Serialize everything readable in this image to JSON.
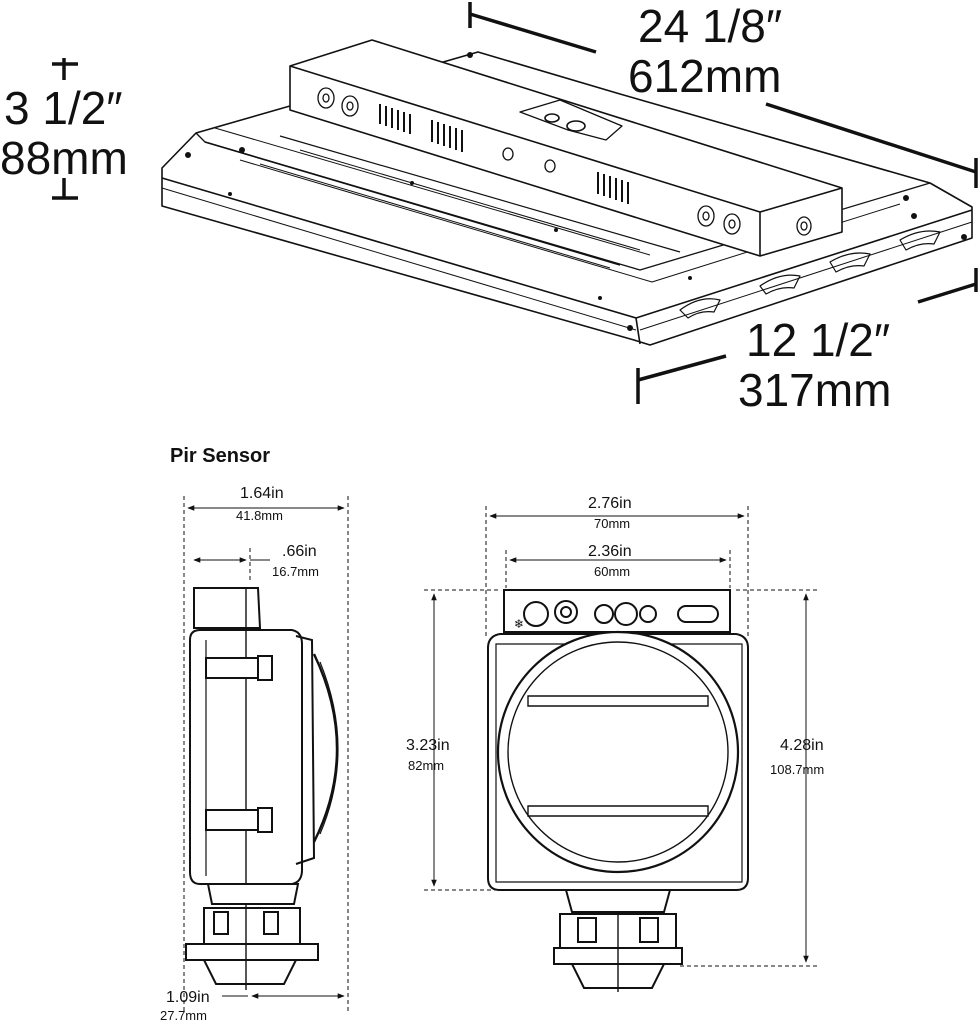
{
  "fixture": {
    "length": {
      "imperial": "24 1/8″",
      "metric": "612mm"
    },
    "width": {
      "imperial": "12 1/2″",
      "metric": "317mm"
    },
    "height": {
      "imperial": "3 1/2″",
      "metric": "88mm"
    }
  },
  "sensor": {
    "title": "Pir Sensor",
    "side": {
      "overall_width": {
        "imperial": "1.64in",
        "metric": "41.8mm"
      },
      "lens_depth": {
        "imperial": ".66in",
        "metric": "16.7mm"
      },
      "mount_offset": {
        "imperial": "1.09in",
        "metric": "27.7mm"
      }
    },
    "front": {
      "overall_width": {
        "imperial": "2.76in",
        "metric": "70mm"
      },
      "inner_width": {
        "imperial": "2.36in",
        "metric": "60mm"
      },
      "body_height": {
        "imperial": "3.23in",
        "metric": "82mm"
      },
      "overall_height": {
        "imperial": "4.28in",
        "metric": "108.7mm"
      }
    }
  }
}
